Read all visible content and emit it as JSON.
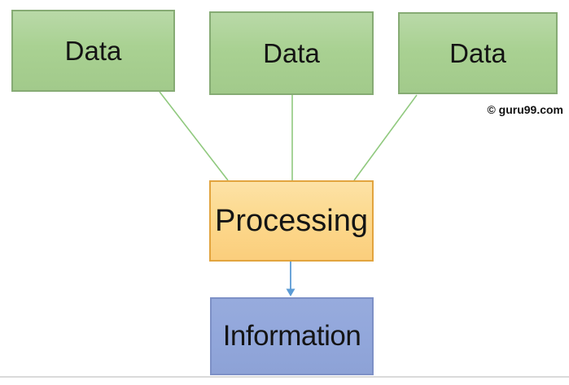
{
  "diagram": {
    "nodes": [
      {
        "id": "data-1",
        "label": "Data"
      },
      {
        "id": "data-2",
        "label": "Data"
      },
      {
        "id": "data-3",
        "label": "Data"
      },
      {
        "id": "processing",
        "label": "Processing"
      },
      {
        "id": "information",
        "label": "Information"
      }
    ],
    "connectors": [
      {
        "from": "data-1",
        "to": "processing",
        "style": "line",
        "color": "#90c97e"
      },
      {
        "from": "data-2",
        "to": "processing",
        "style": "line",
        "color": "#90c97e"
      },
      {
        "from": "data-3",
        "to": "processing",
        "style": "line",
        "color": "#90c97e"
      },
      {
        "from": "processing",
        "to": "information",
        "style": "arrow",
        "color": "#5b9bd5"
      }
    ],
    "watermark": "© guru99.com",
    "colors": {
      "data_fill": "#a9d192",
      "data_border": "#86ab74",
      "processing_fill": "#fcd98e",
      "processing_border": "#e2a43e",
      "information_fill": "#92a7db",
      "information_border": "#7d90c6",
      "connector_green": "#90c97e",
      "arrow_blue": "#5b9bd5",
      "divider_gray": "#dadada",
      "text": "#141414"
    }
  }
}
